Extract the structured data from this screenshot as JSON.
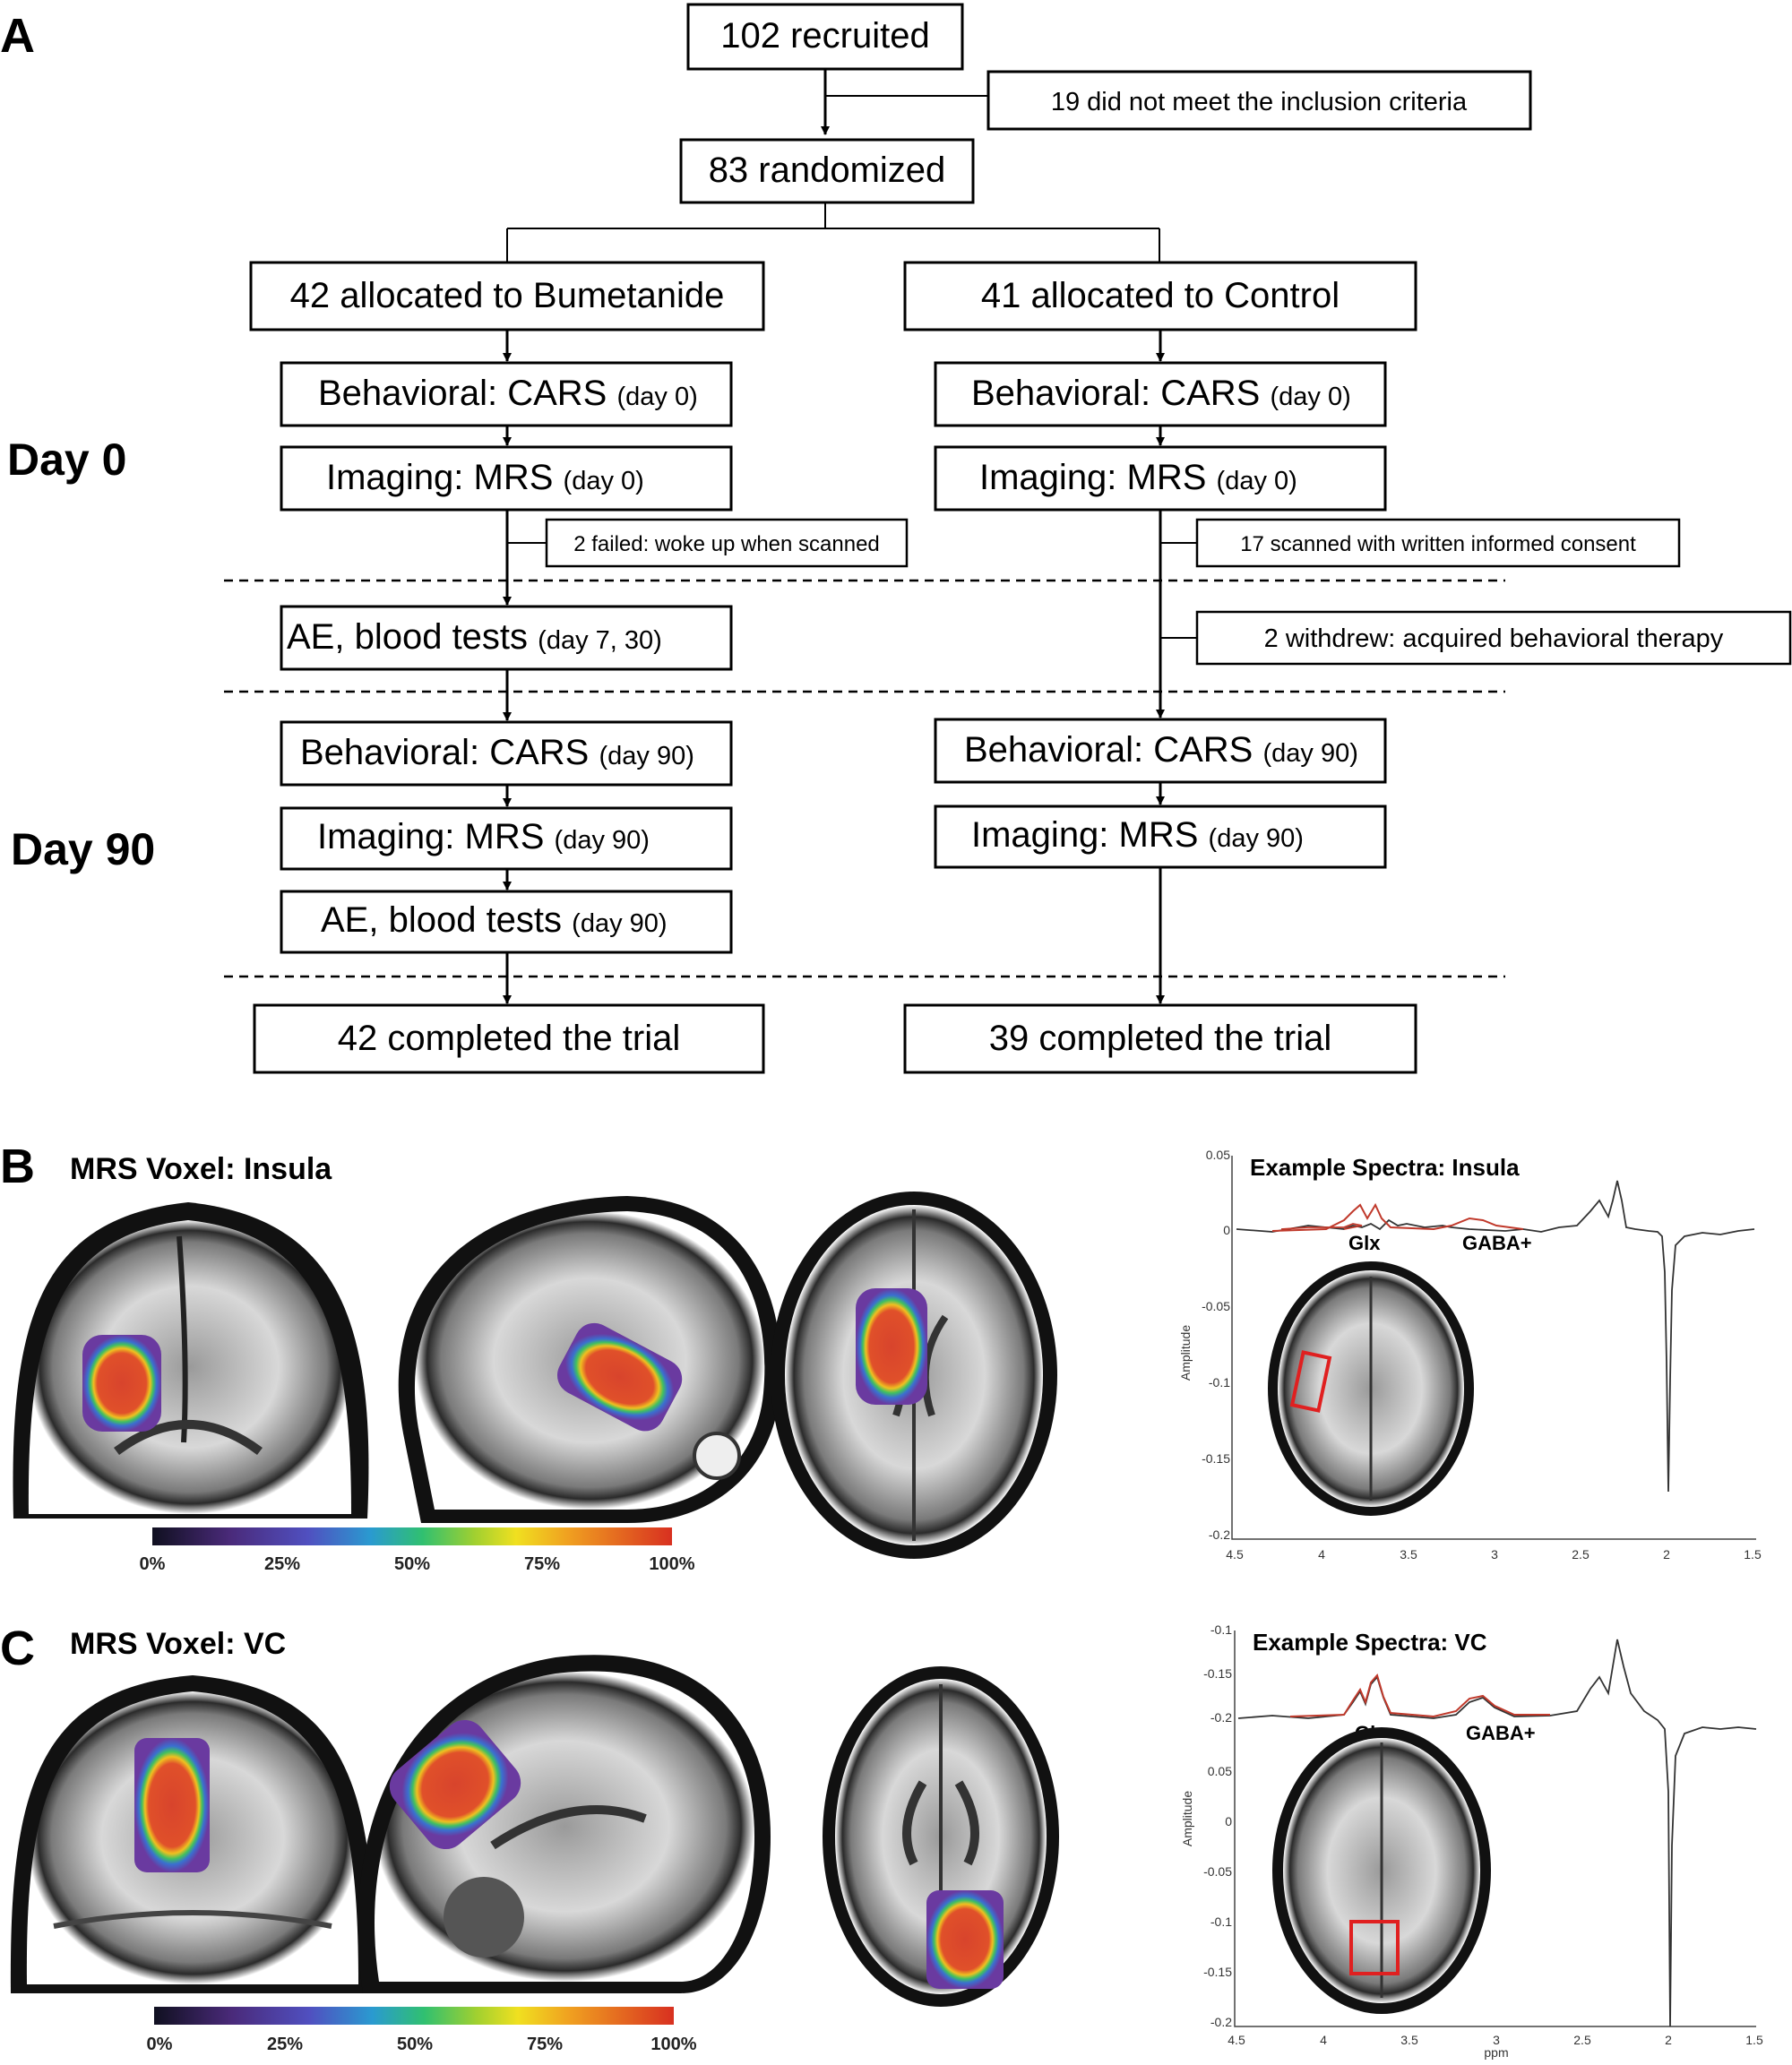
{
  "panels": {
    "a": "A",
    "b": "B",
    "c": "C"
  },
  "days": {
    "day0": "Day 0",
    "day90": "Day 90"
  },
  "flow": {
    "recruited": "102 recruited",
    "excluded": "19 did not meet the inclusion criteria",
    "randomized": "83 randomized",
    "bumetanide": {
      "allocated": "42 allocated to Bumetanide",
      "behavioral0": "Behavioral: CARS",
      "behavioral0_day": "(day 0)",
      "imaging0": "Imaging: MRS",
      "imaging0_day": "(day 0)",
      "note_failed": "2 failed: woke up when scanned",
      "ae": "AE, blood tests",
      "ae_day": "(day 7, 30)",
      "behavioral90": "Behavioral: CARS",
      "behavioral90_day": "(day 90)",
      "imaging90": "Imaging: MRS",
      "imaging90_day": "(day 90)",
      "ae90": "AE, blood tests",
      "ae90_day": "(day 90)",
      "completed": "42 completed the trial"
    },
    "control": {
      "allocated": "41 allocated to Control",
      "behavioral0": "Behavioral: CARS",
      "behavioral0_day": "(day 0)",
      "imaging0": "Imaging: MRS",
      "imaging0_day": "(day 0)",
      "note_consent": "17 scanned with written informed consent",
      "note_withdrew": "2 withdrew: acquired behavioral therapy",
      "behavioral90": "Behavioral: CARS",
      "behavioral90_day": "(day 90)",
      "imaging90": "Imaging: MRS",
      "imaging90_day": "(day 90)",
      "completed": "39 completed the trial"
    }
  },
  "voxel_panels": {
    "insula": {
      "title": "MRS Voxel: Insula",
      "colorbar_ticks": [
        "0%",
        "25%",
        "50%",
        "75%",
        "100%"
      ],
      "spectrum_title": "Example Spectra: Insula",
      "peaks": [
        "Glx",
        "GABA+"
      ],
      "y_ticks": [
        "0.05",
        "0",
        "-0.05",
        "-0.1",
        "-0.15",
        "-0.2"
      ],
      "x_ticks": [
        "4.5",
        "4",
        "3.5",
        "3",
        "2.5",
        "2",
        "1.5"
      ],
      "ylabel": "Amplitude"
    },
    "vc": {
      "title": "MRS Voxel: VC",
      "colorbar_ticks": [
        "0%",
        "25%",
        "50%",
        "75%",
        "100%"
      ],
      "spectrum_title": "Example Spectra: VC",
      "peaks": [
        "Glx",
        "GABA+"
      ],
      "y_ticks_top": [
        "-0.1",
        "-0.15",
        "-0.2"
      ],
      "y_ticks": [
        "0.05",
        "0",
        "-0.05",
        "-0.1",
        "-0.15",
        "-0.2"
      ],
      "x_ticks": [
        "4.5",
        "4",
        "3.5",
        "3",
        "2.5",
        "2",
        "1.5"
      ],
      "ylabel": "Amplitude",
      "xlabel": "ppm"
    }
  },
  "colors": {
    "voxel_core": "#d8442c",
    "fit_line": "#c0392b",
    "roi_box": "#e02020",
    "colormap": [
      "#101020",
      "#5a2a8a",
      "#3a6ad0",
      "#20b0a0",
      "#50c040",
      "#e0e020",
      "#f09020",
      "#d83020"
    ]
  }
}
